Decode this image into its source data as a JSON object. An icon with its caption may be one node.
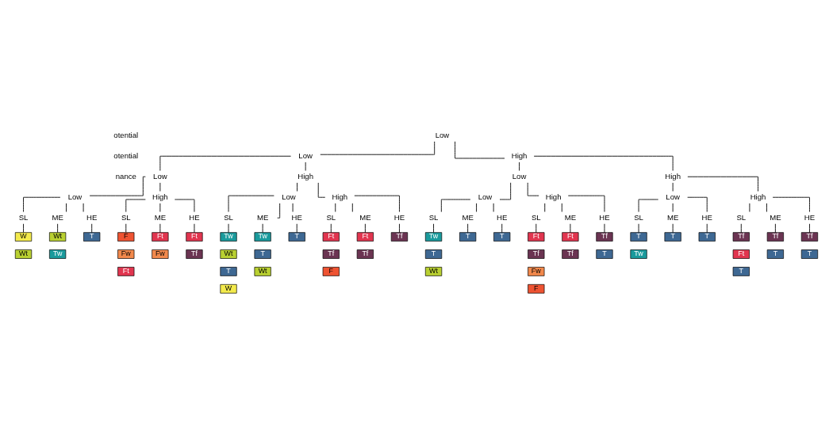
{
  "diagram": {
    "nodes": [
      {
        "text": [
          "Low"
        ]
      },
      {
        "text": [
          "Low"
        ]
      },
      {
        "text": [
          "High"
        ]
      },
      {
        "text": [
          "Low"
        ]
      },
      {
        "text": [
          "High"
        ]
      },
      {
        "text": [
          "Low"
        ]
      },
      {
        "text": [
          "High"
        ]
      },
      {
        "text": [
          "Low"
        ]
      },
      {
        "text": [
          "High"
        ]
      },
      {
        "text": [
          "Low"
        ]
      },
      {
        "text": [
          "High"
        ]
      },
      {
        "text": [
          "Low"
        ]
      },
      {
        "text": [
          "High"
        ]
      },
      {
        "text": [
          "Low"
        ]
      },
      {
        "text": [
          "High"
        ]
      },
      {
        "text": [
          "SL"
        ]
      },
      {
        "text": [
          "ME"
        ]
      },
      {
        "text": [
          "HE"
        ]
      },
      {
        "text": [
          "SL"
        ]
      },
      {
        "text": [
          "ME"
        ]
      },
      {
        "text": [
          "HE"
        ]
      },
      {
        "text": [
          "SL"
        ]
      },
      {
        "text": [
          "ME"
        ]
      },
      {
        "text": [
          "HE"
        ]
      },
      {
        "text": [
          "SL"
        ]
      },
      {
        "text": [
          "ME"
        ]
      },
      {
        "text": [
          "HE"
        ]
      },
      {
        "text": [
          "SL"
        ]
      },
      {
        "text": [
          "ME"
        ]
      },
      {
        "text": [
          "HE"
        ]
      },
      {
        "text": [
          "SL"
        ]
      },
      {
        "text": [
          "ME"
        ]
      },
      {
        "text": [
          "HE"
        ]
      },
      {
        "text": [
          "SL"
        ]
      },
      {
        "text": [
          "ME"
        ]
      },
      {
        "text": [
          "HE"
        ]
      },
      {
        "text": [
          "SL"
        ]
      },
      {
        "text": [
          "ME"
        ]
      },
      {
        "text": [
          "HE"
        ]
      },
      {
        "text": [
          "W"
        ]
      },
      {
        "text": [
          "Wt"
        ]
      },
      {
        "text": [
          "Wt"
        ]
      },
      {
        "text": [
          "Tw"
        ]
      },
      {
        "text": [
          "T"
        ]
      },
      {
        "text": [
          "F"
        ]
      },
      {
        "text": [
          "Fw"
        ]
      },
      {
        "text": [
          "Ft"
        ]
      },
      {
        "text": [
          "Ft"
        ]
      },
      {
        "text": [
          "Fw"
        ]
      },
      {
        "text": [
          "Ft"
        ]
      },
      {
        "text": [
          "Tf"
        ]
      },
      {
        "text": [
          "Tw"
        ]
      },
      {
        "text": [
          "Wt"
        ]
      },
      {
        "text": [
          "T"
        ]
      },
      {
        "text": [
          "W"
        ]
      },
      {
        "text": [
          "Tw"
        ]
      },
      {
        "text": [
          "T"
        ]
      },
      {
        "text": [
          "Wt"
        ]
      },
      {
        "text": [
          "T"
        ]
      },
      {
        "text": [
          "Ft"
        ]
      },
      {
        "text": [
          "Tf"
        ]
      },
      {
        "text": [
          "F"
        ]
      },
      {
        "text": [
          "Ft"
        ]
      },
      {
        "text": [
          "Tf"
        ]
      },
      {
        "text": [
          "Tf"
        ]
      },
      {
        "text": [
          "Tw"
        ]
      },
      {
        "text": [
          "T"
        ]
      },
      {
        "text": [
          "Wt"
        ]
      },
      {
        "text": [
          "T"
        ]
      },
      {
        "text": [
          "T"
        ]
      },
      {
        "text": [
          "Ft"
        ]
      },
      {
        "text": [
          "Tf"
        ]
      },
      {
        "text": [
          "Fw"
        ]
      },
      {
        "text": [
          "F"
        ]
      },
      {
        "text": [
          "Ft"
        ]
      },
      {
        "text": [
          "Tf"
        ]
      },
      {
        "text": [
          "Tf"
        ]
      },
      {
        "text": [
          "T"
        ]
      },
      {
        "text": [
          "T"
        ]
      },
      {
        "text": [
          "Tw"
        ]
      },
      {
        "text": [
          "T"
        ]
      },
      {
        "text": [
          "T"
        ]
      },
      {
        "text": [
          "Tf"
        ]
      },
      {
        "text": [
          "Ft"
        ]
      },
      {
        "text": [
          "T"
        ]
      },
      {
        "text": [
          "Tf"
        ]
      },
      {
        "text": [
          "T"
        ]
      },
      {
        "text": [
          "Tf"
        ]
      },
      {
        "text": [
          "T"
        ]
      }
    ],
    "edges": [
      {
        "from": 0,
        "to": 1,
        "arrow": "none"
      },
      {
        "from": 0,
        "to": 2,
        "arrow": "none"
      },
      {
        "from": 1,
        "to": 3,
        "arrow": "none"
      },
      {
        "from": 1,
        "to": 4,
        "arrow": "none"
      },
      {
        "from": 2,
        "to": 5,
        "arrow": "none"
      },
      {
        "from": 2,
        "to": 6,
        "arrow": "none"
      },
      {
        "from": 3,
        "to": 7,
        "arrow": "none"
      },
      {
        "from": 3,
        "to": 8,
        "arrow": "none"
      },
      {
        "from": 4,
        "to": 9,
        "arrow": "none"
      },
      {
        "from": 4,
        "to": 10,
        "arrow": "none"
      },
      {
        "from": 5,
        "to": 11,
        "arrow": "none"
      },
      {
        "from": 5,
        "to": 12,
        "arrow": "none"
      },
      {
        "from": 6,
        "to": 13,
        "arrow": "none"
      },
      {
        "from": 6,
        "to": 14,
        "arrow": "none"
      },
      {
        "from": 7,
        "to": 15,
        "arrow": "none"
      },
      {
        "from": 7,
        "to": 16,
        "arrow": "none"
      },
      {
        "from": 7,
        "to": 17,
        "arrow": "none"
      },
      {
        "from": 8,
        "to": 18,
        "arrow": "none"
      },
      {
        "from": 8,
        "to": 19,
        "arrow": "none"
      },
      {
        "from": 8,
        "to": 20,
        "arrow": "none"
      },
      {
        "from": 9,
        "to": 21,
        "arrow": "none"
      },
      {
        "from": 9,
        "to": 22,
        "arrow": "none"
      },
      {
        "from": 9,
        "to": 23,
        "arrow": "none"
      },
      {
        "from": 10,
        "to": 24,
        "arrow": "none"
      },
      {
        "from": 10,
        "to": 25,
        "arrow": "none"
      },
      {
        "from": 10,
        "to": 26,
        "arrow": "none"
      },
      {
        "from": 11,
        "to": 27,
        "arrow": "none"
      },
      {
        "from": 11,
        "to": 28,
        "arrow": "none"
      },
      {
        "from": 11,
        "to": 29,
        "arrow": "none"
      },
      {
        "from": 12,
        "to": 30,
        "arrow": "none"
      },
      {
        "from": 12,
        "to": 31,
        "arrow": "none"
      },
      {
        "from": 12,
        "to": 32,
        "arrow": "none"
      },
      {
        "from": 13,
        "to": 33,
        "arrow": "none"
      },
      {
        "from": 13,
        "to": 34,
        "arrow": "none"
      },
      {
        "from": 13,
        "to": 35,
        "arrow": "none"
      },
      {
        "from": 14,
        "to": 36,
        "arrow": "none"
      },
      {
        "from": 14,
        "to": 37,
        "arrow": "none"
      },
      {
        "from": 14,
        "to": 38,
        "arrow": "none"
      },
      {
        "from": 15,
        "to": 39,
        "arrow": "none"
      },
      {
        "from": 16,
        "to": 41,
        "arrow": "none"
      },
      {
        "from": 17,
        "to": 43,
        "arrow": "none"
      },
      {
        "from": 18,
        "to": 44,
        "arrow": "none"
      },
      {
        "from": 19,
        "to": 47,
        "arrow": "none"
      },
      {
        "from": 20,
        "to": 49,
        "arrow": "none"
      },
      {
        "from": 21,
        "to": 51,
        "arrow": "none"
      },
      {
        "from": 22,
        "to": 55,
        "arrow": "none"
      },
      {
        "from": 23,
        "to": 58,
        "arrow": "none"
      },
      {
        "from": 24,
        "to": 59,
        "arrow": "none"
      },
      {
        "from": 25,
        "to": 62,
        "arrow": "none"
      },
      {
        "from": 26,
        "to": 64,
        "arrow": "none"
      },
      {
        "from": 27,
        "to": 65,
        "arrow": "none"
      },
      {
        "from": 28,
        "to": 68,
        "arrow": "none"
      },
      {
        "from": 29,
        "to": 69,
        "arrow": "none"
      },
      {
        "from": 30,
        "to": 70,
        "arrow": "none"
      },
      {
        "from": 31,
        "to": 74,
        "arrow": "none"
      },
      {
        "from": 32,
        "to": 76,
        "arrow": "none"
      },
      {
        "from": 33,
        "to": 78,
        "arrow": "none"
      },
      {
        "from": 34,
        "to": 80,
        "arrow": "none"
      },
      {
        "from": 35,
        "to": 81,
        "arrow": "none"
      },
      {
        "from": 36,
        "to": 82,
        "arrow": "none"
      },
      {
        "from": 37,
        "to": 85,
        "arrow": "none"
      },
      {
        "from": 38,
        "to": 87,
        "arrow": "none"
      }
    ],
    "labels": [
      "otential",
      "otential",
      "nance"
    ]
  }
}
